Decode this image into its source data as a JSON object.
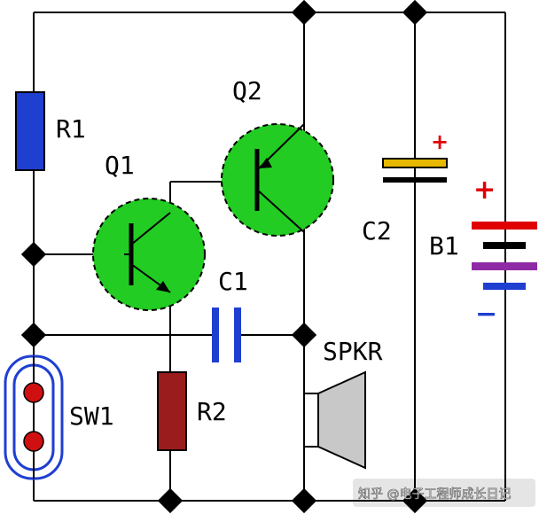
{
  "labels": {
    "r1": "R1",
    "r2": "R2",
    "q1": "Q1",
    "q2": "Q2",
    "c1": "C1",
    "c2": "C2",
    "b1": "B1",
    "sw1": "SW1",
    "spkr": "SPKR",
    "c2_plus": "+",
    "b1_plus": "+",
    "b1_minus": "−"
  },
  "watermark": "知乎 @电子工程师成长日记",
  "colors": {
    "wire": "#000000",
    "transistor": "#22cc22",
    "r1": "#1f3fd1",
    "r2": "#9b1c1c",
    "c1": "#1f3fd1",
    "c2_top": "#e6b800",
    "b1_red": "#e00000",
    "b1_purple": "#8e2aa6",
    "b1_blue": "#1f3fd1",
    "sw1_outline": "#1f3fd1",
    "sw1_contact": "#d01010",
    "speaker": "#c8c8c8",
    "polarity": "#e00000"
  }
}
